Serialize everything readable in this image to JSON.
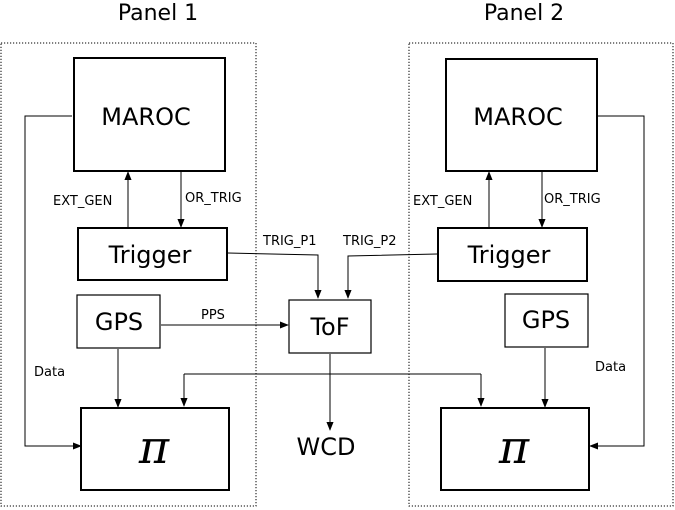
{
  "panels": [
    {
      "title": "Panel 1"
    },
    {
      "title": "Panel 2"
    }
  ],
  "blocks": {
    "maroc": "MAROC",
    "trigger": "Trigger",
    "gps": "GPS",
    "tof": "ToF",
    "wcd": "WCD",
    "pi": "π"
  },
  "signals": {
    "ext_gen": "EXT_GEN",
    "or_trig": "OR_TRIG",
    "trig_p1": "TRIG_P1",
    "trig_p2": "TRIG_P2",
    "pps": "PPS",
    "data": "Data"
  }
}
